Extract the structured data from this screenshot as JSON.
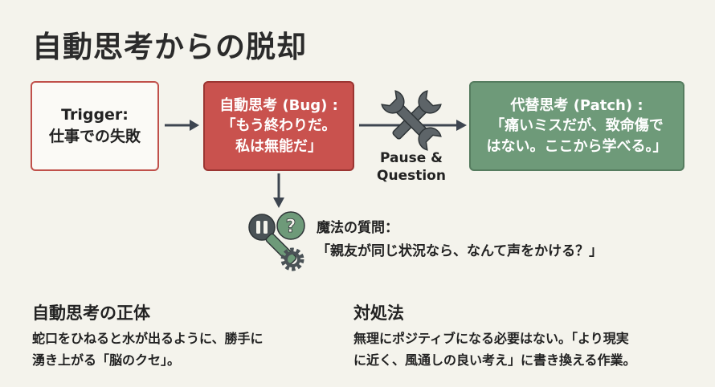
{
  "title": "自動思考からの脱却",
  "trigger": {
    "line1": "Trigger:",
    "line2": "仕事での失敗"
  },
  "bug": {
    "line1": "自動思考 (Bug) :",
    "line2": "「もう終わりだ。",
    "line3": "私は無能だ」"
  },
  "pause": {
    "line1": "Pause &",
    "line2": "Question"
  },
  "patch": {
    "line1": "代替思考 (Patch) :",
    "line2": "「痛いミスだが、致命傷で",
    "line3": "はない。ここから学べる。」"
  },
  "magic": {
    "line1": "魔法の質問：",
    "line2": "「親友が同じ状況なら、なんて声をかける？」"
  },
  "left": {
    "heading": "自動思考の正体",
    "line1": "蛇口をひねると水が出るように、勝手に",
    "line2": "湧き上がる「脳のクセ」。"
  },
  "right": {
    "heading": "対処法",
    "line1": "無理にポジティブになる必要はない。「より現実",
    "line2": "に近く、風通しの良い考え」に書き換える作業。"
  },
  "colors": {
    "red": "#c9524e",
    "green": "#6e9a79",
    "arrow": "#3d4550"
  }
}
